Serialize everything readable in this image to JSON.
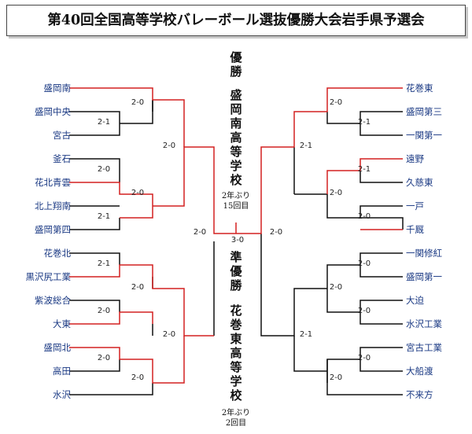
{
  "title": "第40回全国高等学校バレーボール選抜優勝大会岩手県予選会",
  "left_teams": [
    "盛岡南",
    "盛岡中央",
    "宮古",
    "釜石",
    "花北青雲",
    "北上翔南",
    "盛岡第四",
    "花巻北",
    "黒沢尻工業",
    "紫波総合",
    "大東",
    "盛岡北",
    "高田",
    "水沢"
  ],
  "right_teams": [
    "花巻東",
    "盛岡第三",
    "一関第一",
    "遠野",
    "久慈東",
    "一戸",
    "千厩",
    "一関修紅",
    "盛岡第一",
    "大迫",
    "水沢工業",
    "宮古工業",
    "大船渡",
    "不来方"
  ],
  "scores": {
    "l_r1_a": "2-1",
    "l_r1_b": "2-0",
    "l_r1_c": "2-1",
    "l_r1_d": "2-1",
    "l_r1_e": "2-0",
    "l_r1_f": "2-0",
    "l_r2_a": "2-0",
    "l_r2_b": "2-0",
    "l_r2_c": "2-0",
    "l_r2_d": "2-0",
    "l_r3_a": "2-0",
    "l_r3_b": "2-0",
    "l_sf": "2-0",
    "final": "3-0",
    "r_sf": "2-0",
    "r_r3_a": "2-1",
    "r_r3_b": "2-1",
    "r_r2_a": "2-0",
    "r_r2_b": "2-0",
    "r_r2_c": "2-0",
    "r_r2_d": "2-0",
    "r_r1_a": "2-1",
    "r_r1_b": "2-1",
    "r_r1_c": "2-0",
    "r_r1_d": "2-0",
    "r_r1_e": "2-0",
    "r_r1_f": "2-0"
  },
  "winner": {
    "label": [
      "優",
      "勝"
    ],
    "team": [
      "盛",
      "岡",
      "南",
      "高",
      "等",
      "学",
      "校"
    ],
    "note1": "2年ぶり",
    "note2": "15回目"
  },
  "runner_up": {
    "label": [
      "準",
      "優",
      "勝"
    ],
    "team": [
      "花",
      "巻",
      "東",
      "高",
      "等",
      "学",
      "校"
    ],
    "note1": "2年ぶり",
    "note2": "2回目"
  },
  "colors": {
    "winner_line": "#d42020",
    "line": "#111111",
    "team_text": "#1b3a84"
  }
}
